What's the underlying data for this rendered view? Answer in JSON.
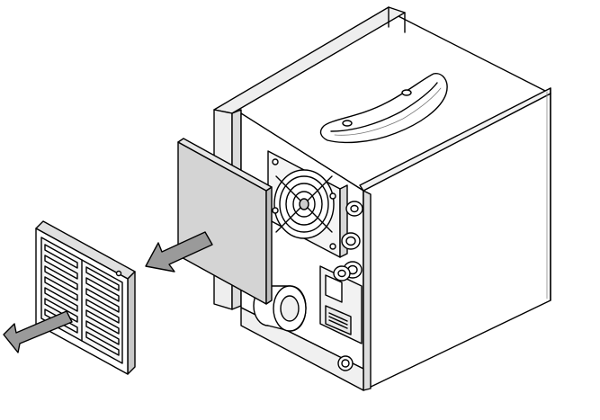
{
  "colors": {
    "background": "#ffffff",
    "outline": "#000000",
    "filter_pad": "#d4d4d4",
    "arrow_fill": "#9a9a9a",
    "housing_light": "#ffffff",
    "housing_shade": "#eeeeee",
    "housing_dark": "#cfcfcf"
  },
  "parts": {
    "unit": "device-housing",
    "handle": "carry-handle",
    "fan": "cooling-fan",
    "filter_pad": "filter-mat",
    "filter_grille": "filter-grille"
  },
  "icons": {
    "pad_arrow": "arrow-left-down-icon",
    "grille_arrow": "arrow-left-down-icon"
  }
}
